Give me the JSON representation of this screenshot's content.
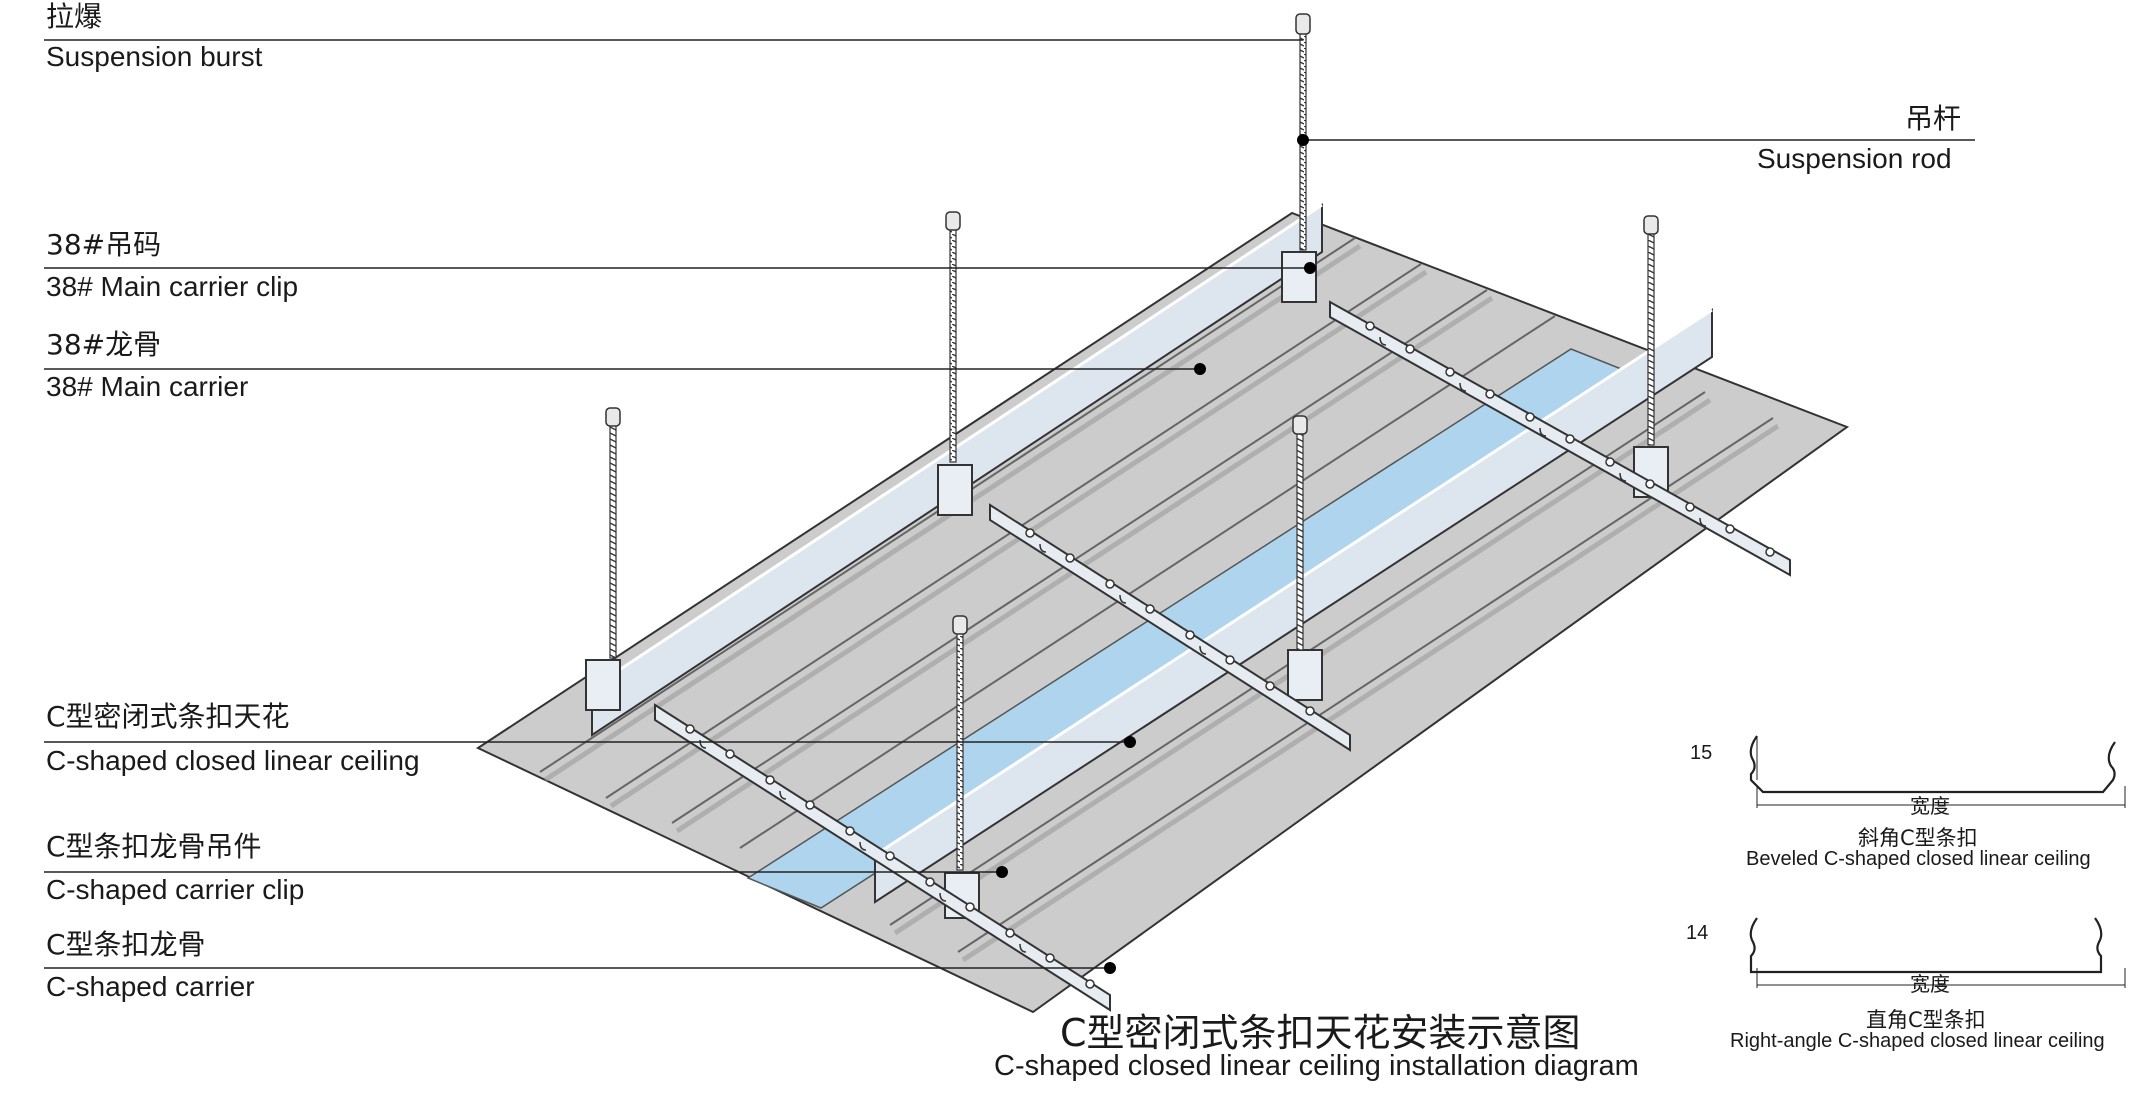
{
  "labels": {
    "suspension_burst": {
      "zh": "拉爆",
      "en": "Suspension burst"
    },
    "suspension_rod": {
      "zh": "吊杆",
      "en": "Suspension rod"
    },
    "main_carrier_clip": {
      "zh": "38#吊码",
      "en": "38# Main carrier clip"
    },
    "main_carrier": {
      "zh": "38#龙骨",
      "en": "38# Main carrier"
    },
    "linear_ceiling": {
      "zh": "C型密闭式条扣天花",
      "en": "C-shaped closed linear ceiling"
    },
    "carrier_clip": {
      "zh": "C型条扣龙骨吊件",
      "en": "C-shaped carrier clip"
    },
    "carrier": {
      "zh": "C型条扣龙骨",
      "en": "C-shaped carrier"
    }
  },
  "profiles": {
    "beveled": {
      "height": "15",
      "width_label": "宽度",
      "zh": "斜角C型条扣",
      "en": "Beveled C-shaped closed linear ceiling"
    },
    "right_angle": {
      "height": "14",
      "width_label": "宽度",
      "zh": "直角C型条扣",
      "en": "Right-angle C-shaped closed linear ceiling"
    }
  },
  "caption": {
    "zh": "C型密闭式条扣天花安装示意图",
    "en": "C-shaped closed linear ceiling installation diagram"
  },
  "colors": {
    "panel": "#cccccd",
    "highlight": "#aed4ee",
    "line": "#222222"
  }
}
